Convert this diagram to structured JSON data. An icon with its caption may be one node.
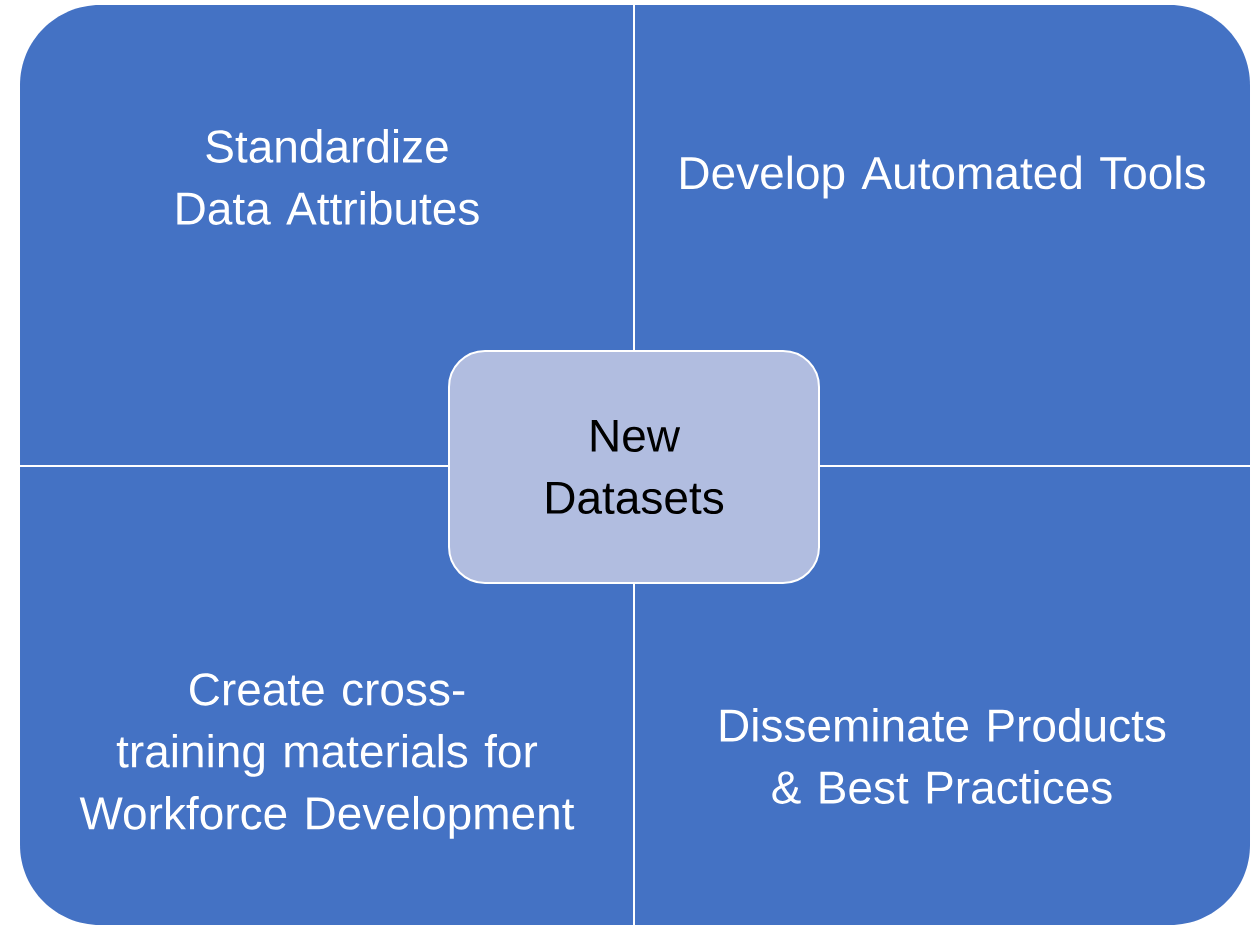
{
  "diagram": {
    "nodes": [
      {
        "text": [
          "Standardize Data Attributes"
        ]
      },
      {
        "text": [
          "Develop Automated Tools"
        ]
      },
      {
        "text": [
          "Create cross-training materials for Workforce Development"
        ]
      },
      {
        "text": [
          "Disseminate Products & Best Practices"
        ]
      },
      {
        "text": [
          "New Datasets"
        ]
      }
    ]
  }
}
